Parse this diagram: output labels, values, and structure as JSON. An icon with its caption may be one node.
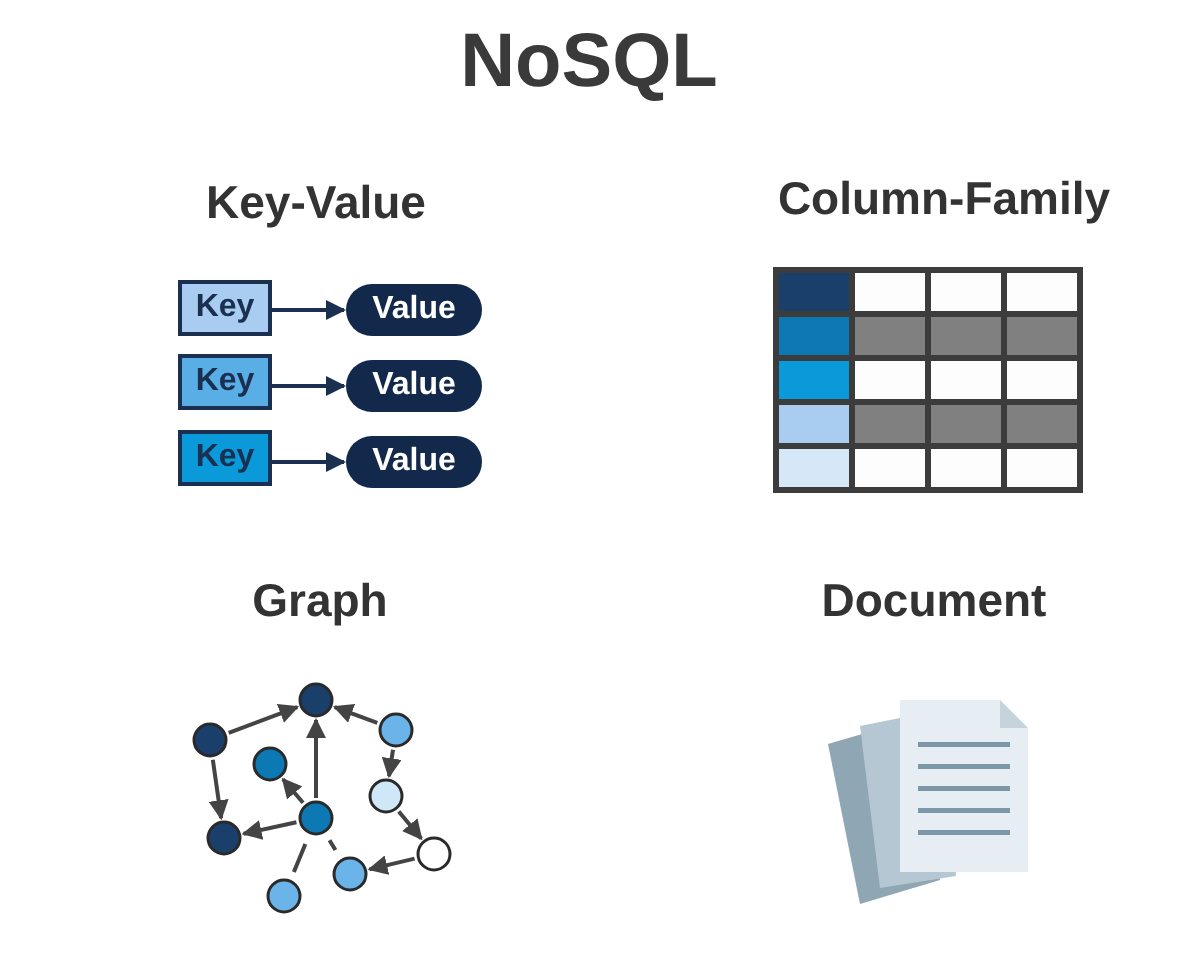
{
  "diagram": {
    "title": "NoSQL",
    "nodes": [
      {
        "text": [
          "Key"
        ]
      },
      {
        "text": [
          "Value"
        ]
      },
      {
        "text": [
          "Key"
        ]
      },
      {
        "text": [
          "Value"
        ]
      },
      {
        "text": [
          "Key"
        ]
      },
      {
        "text": [
          "Value"
        ]
      }
    ],
    "edges": [
      {
        "from": 0,
        "to": 1,
        "arrow": "to"
      },
      {
        "from": 2,
        "to": 3,
        "arrow": "to"
      },
      {
        "from": 4,
        "to": 5,
        "arrow": "to"
      }
    ],
    "labels": [
      "Key-Value",
      "Column-Family",
      "Graph",
      "Document"
    ]
  }
}
